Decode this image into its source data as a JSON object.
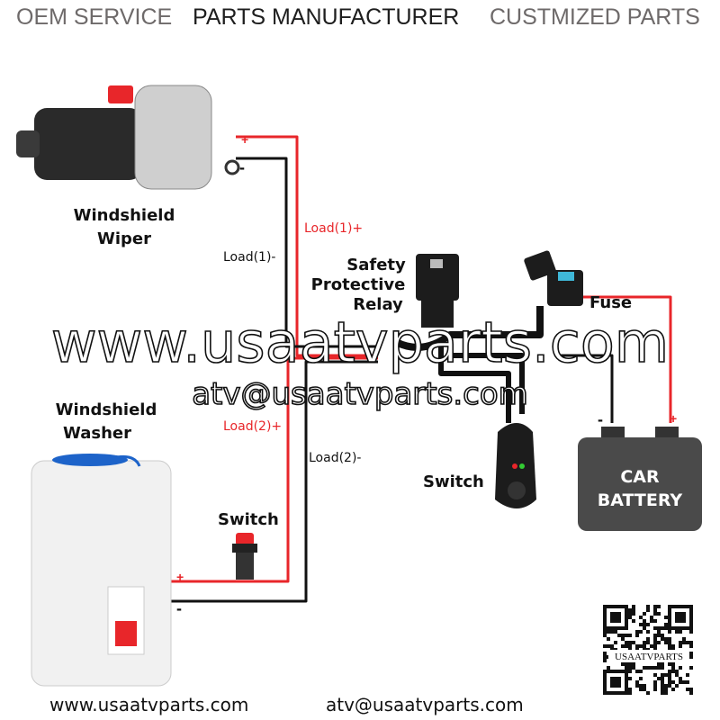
{
  "header": {
    "items": [
      "OEM SERVICE",
      "PARTS MANUFACTURER",
      "CUSTMIZED PARTS"
    ]
  },
  "components": {
    "wiper": {
      "line1": "Windshield",
      "line2": "Wiper"
    },
    "washer": {
      "line1": "Windshield",
      "line2": "Washer"
    },
    "relay": {
      "line1": "Safety",
      "line2": "Protective",
      "line3": "Relay"
    },
    "fuse": "Fuse",
    "relay_switch": "Switch",
    "washer_switch": "Switch",
    "battery": {
      "line1": "CAR",
      "line2": "BATTERY"
    }
  },
  "wires": {
    "load1_pos": "Load(1)+",
    "load1_neg": "Load(1)-",
    "load2_pos": "Load(2)+",
    "load2_neg": "Load(2)-",
    "plus": "+",
    "minus": "-"
  },
  "colors": {
    "positive": "#e8262a",
    "negative": "#111111",
    "battery": "#4a4a4a"
  },
  "watermark": {
    "url": "www.usaatvparts.com",
    "email": "atv@usaatvparts.com"
  },
  "footer": {
    "url": "www.usaatvparts.com",
    "email": "atv@usaatvparts.com"
  },
  "qr": {
    "label": "USAATVPARTS"
  }
}
